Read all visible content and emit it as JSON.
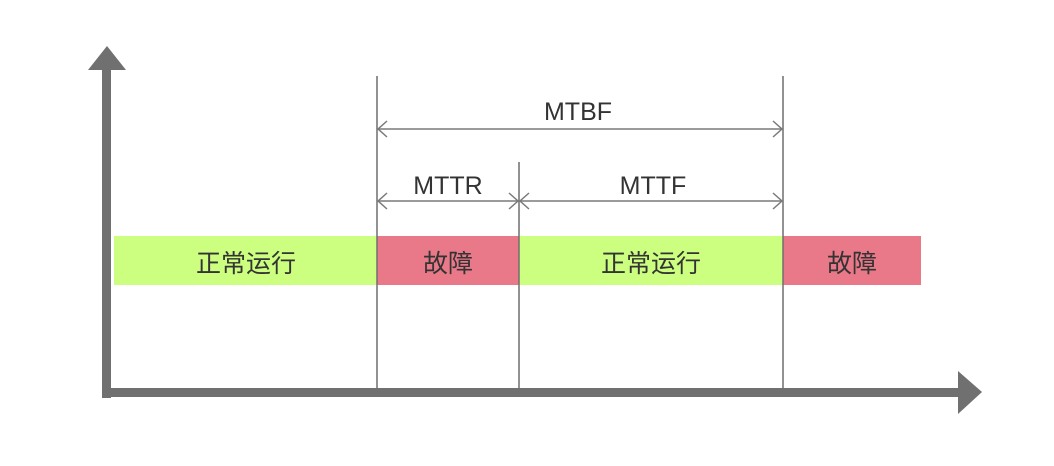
{
  "colors": {
    "axis": "#707070",
    "guide_line": "#6f6f6f",
    "dimension_line": "#7a7a7a",
    "running": "#ccff80",
    "fault": "#e97888",
    "text": "#333333",
    "background": "#ffffff"
  },
  "timeline": {
    "segments": [
      {
        "label": "正常运行",
        "state": "running"
      },
      {
        "label": "故障",
        "state": "fault"
      },
      {
        "label": "正常运行",
        "state": "running"
      },
      {
        "label": "故障",
        "state": "fault"
      }
    ]
  },
  "metrics": {
    "mtbf": "MTBF",
    "mttr": "MTTR",
    "mttf": "MTTF"
  }
}
